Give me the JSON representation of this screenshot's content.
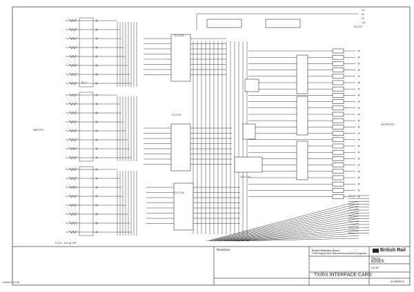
{
  "sheet": {
    "inputs_label": "INPUTS",
    "outputs_label": "OUTPUTS",
    "input_bottom_label": "U 4.5 , 6.6 @ VR",
    "footer_stamp": "Amend D. A 1/38"
  },
  "chips": {
    "upper": "74 LS 240",
    "middle": "74 LS 240",
    "lower": "74 LS 240",
    "centre": "74 LS 138",
    "dil": "DIL-1"
  },
  "signals_top_right": [
    "OV",
    "0V",
    "CE",
    "LS2",
    "24V DUT"
  ],
  "title_block": {
    "revisions_label": "Revisions",
    "board_line1": "British Railways Board",
    "board_line2": "Chief Signal and Telecommunications Engineer",
    "logo_text": "British Rail",
    "drawing_no_label": "Dwg No.",
    "drawing_no": "83SES",
    "sheet_number": "4 6 89",
    "title": "TX/RX INTERFACE CARD",
    "sheet_ref": "A2 08380/10"
  }
}
